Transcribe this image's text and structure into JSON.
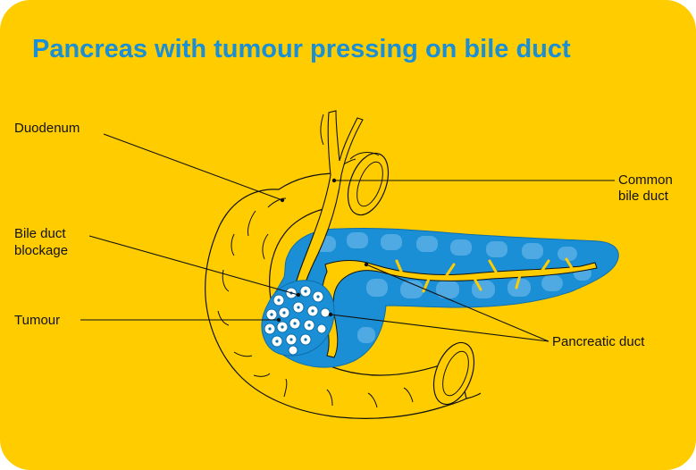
{
  "title": "Pancreas with tumour pressing on bile duct",
  "labels": {
    "duodenum": "Duodenum",
    "common_bile_duct_line1": "Common",
    "common_bile_duct_line2": "bile duct",
    "bile_duct_blockage_line1": "Bile duct",
    "bile_duct_blockage_line2": "blockage",
    "tumour": "Tumour",
    "pancreatic_duct": "Pancreatic duct"
  },
  "colors": {
    "background": "#FFCC00",
    "title": "#1A8FD6",
    "pancreas": "#1A8FD6",
    "pancreas_lobule": "#4FA9E3",
    "duct_fill": "#FFCC00",
    "tumour_cells": "#FFFFFF",
    "outline": "#111111"
  }
}
